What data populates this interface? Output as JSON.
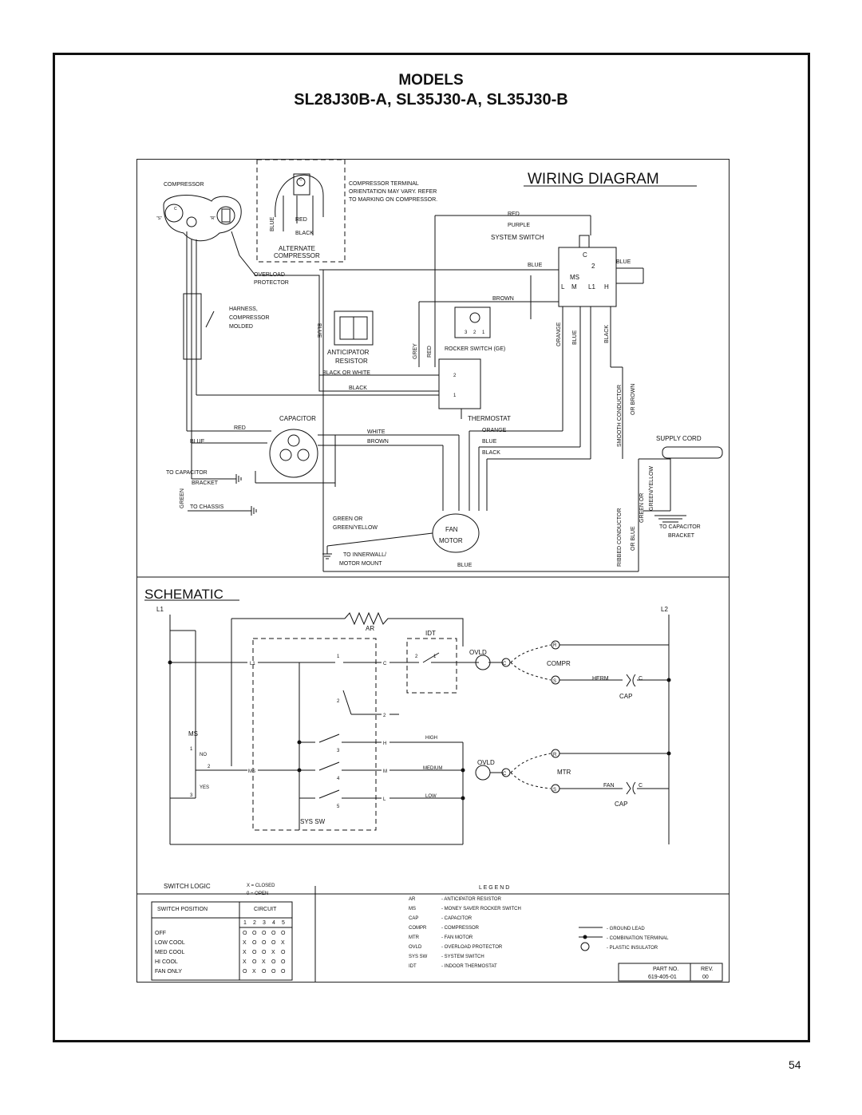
{
  "header": {
    "models_heading": "MODELS",
    "model_list": "SL28J30B-A, SL35J30-A, SL35J30-B"
  },
  "wiring": {
    "title": "WIRING DIAGRAM",
    "labels": {
      "compressor": "COMPRESSOR",
      "c": "C",
      "s": "\"S\"",
      "r": "\"R\"",
      "s2": "S",
      "r2": "R",
      "blue": "BLUE",
      "red": "RED",
      "black": "BLACK",
      "alternate": "ALTERNATE",
      "alt_comp": "COMPRESSOR",
      "term_note1": "COMPRESSOR TERMINAL",
      "term_note2": "ORIENTATION MAY VARY. REFER",
      "term_note3": "TO MARKING ON COMPRESSOR.",
      "overload": "OVERLOAD",
      "protector": "PROTECTOR",
      "harness1": "HARNESS,",
      "harness2": "COMPRESSOR",
      "harness3": "MOLDED",
      "purple": "PURPLE",
      "system_switch": "SYSTEM SWITCH",
      "brown": "BROWN",
      "anticipator": "ANTICIPATOR",
      "resistor": "RESISTOR",
      "black_or_white": "BLACK OR WHITE",
      "grey": "GREY",
      "rocker": "ROCKER SWITCH (GE)",
      "orange": "ORANGE",
      "thermostat": "THERMOSTAT",
      "capacitor": "CAPACITOR",
      "white": "WHITE",
      "smooth": "SMOOTH CONDUCTOR",
      "or_brown": "OR BROWN",
      "supply_cord": "SUPPLY CORD",
      "to_cap_bracket": "TO CAPACITOR",
      "bracket": "BRACKET",
      "green": "GREEN",
      "to_chassis": "TO CHASSIS",
      "green_or": "GREEN OR",
      "green_yellow": "GREEN/YELLOW",
      "fan": "FAN",
      "motor": "MOTOR",
      "to_inner": "TO INNERWALL/",
      "motor_mount": "MOTOR MOUNT",
      "ribbed": "RIBBED CONDUCTOR",
      "or_blue": "OR BLUE",
      "green_or_gy": "GREEN OR",
      "gy": "GREEN/YELLOW",
      "to_capacitor": "TO CAPACITOR",
      "bracket2": "BRACKET",
      "sw_c": "C",
      "sw_2": "2",
      "sw_ms": "MS",
      "sw_l": "L",
      "sw_m": "M",
      "sw_l1": "L1",
      "sw_h": "H",
      "rk_3": "3",
      "rk_2": "2",
      "rk_1": "1",
      "th_2": "2",
      "th_1": "1",
      "cap_c": "C",
      "cap_herm": "HERM",
      "cap_fan": "FAN"
    }
  },
  "schematic": {
    "title": "SCHEMATIC",
    "labels": {
      "l1": "L1",
      "l2": "L2",
      "ar": "AR",
      "idt": "IDT",
      "ovld": "OVLD",
      "compr": "COMPR",
      "herm": "HERM",
      "c": "C",
      "cap": "CAP",
      "ms": "MS",
      "no": "NO",
      "yes": "YES",
      "high": "HIGH",
      "medium": "MEDIUM",
      "low": "LOW",
      "mtr": "MTR",
      "fan": "FAN",
      "syssw": "SYS SW",
      "n1": "1",
      "n2": "2",
      "n3": "3",
      "n4": "4",
      "n5": "5",
      "r": "R",
      "s": "S",
      "t_l1": "L1",
      "t_c": "C",
      "t_2": "2",
      "t_h": "H",
      "t_m": "M",
      "t_l": "L",
      "t_ms": "MS"
    }
  },
  "switch_logic": {
    "title": "SWITCH LOGIC",
    "closed": "X = CLOSED",
    "open": "0 = OPEN",
    "col_position": "SWITCH POSITION",
    "col_circuit": "CIRCUIT",
    "circuits": [
      "1",
      "2",
      "3",
      "4",
      "5"
    ],
    "rows": [
      {
        "pos": "OFF",
        "vals": [
          "O",
          "O",
          "O",
          "O",
          "O"
        ]
      },
      {
        "pos": "LOW COOL",
        "vals": [
          "X",
          "O",
          "O",
          "O",
          "X"
        ]
      },
      {
        "pos": "MED COOL",
        "vals": [
          "X",
          "O",
          "O",
          "X",
          "O"
        ]
      },
      {
        "pos": "HI COOL",
        "vals": [
          "X",
          "O",
          "X",
          "O",
          "O"
        ]
      },
      {
        "pos": "FAN ONLY",
        "vals": [
          "O",
          "X",
          "O",
          "O",
          "O"
        ]
      }
    ]
  },
  "legend": {
    "title": "L E G E N D",
    "items": [
      {
        "abbr": "AR",
        "desc": "- ANTICIPATOR RESISTOR"
      },
      {
        "abbr": "MS",
        "desc": "- MONEY SAVER ROCKER SWITCH"
      },
      {
        "abbr": "CAP",
        "desc": "- CAPACITOR"
      },
      {
        "abbr": "COMPR",
        "desc": "- COMPRESSOR"
      },
      {
        "abbr": "MTR",
        "desc": "- FAN MOTOR"
      },
      {
        "abbr": "OVLD",
        "desc": "- OVERLOAD PROTECTOR"
      },
      {
        "abbr": "SYS SW",
        "desc": "- SYSTEM SWITCH"
      },
      {
        "abbr": "IDT",
        "desc": "- INDOOR THERMOSTAT"
      }
    ],
    "symbols": [
      "- GROUND LEAD",
      "- COMBINATION TERMINAL",
      "- PLASTIC INSULATOR"
    ]
  },
  "part": {
    "part_label": "PART NO.",
    "part_value": "619-405-01",
    "rev_label": "REV.",
    "rev_value": "00"
  },
  "page_number": "54"
}
